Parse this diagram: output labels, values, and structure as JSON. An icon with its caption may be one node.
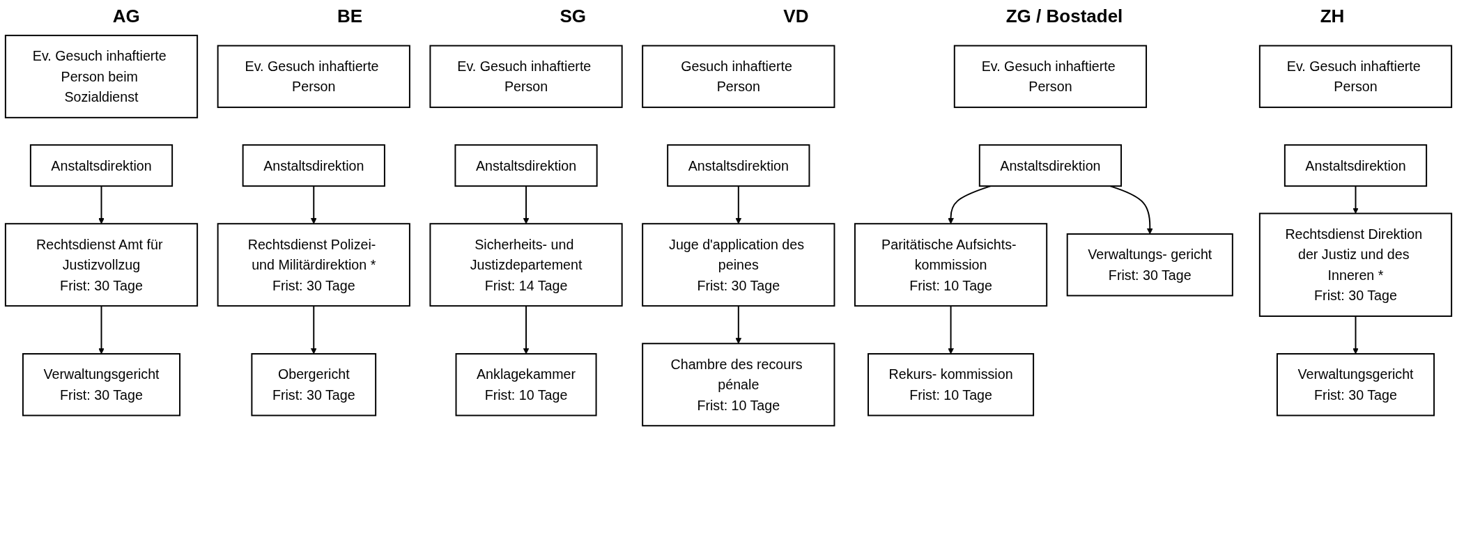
{
  "diagram": {
    "nodes": [
      {
        "text": [
          "Ev. Gesuch inhaftierte Person beim Sozialdienst"
        ]
      },
      {
        "text": [
          "Anstaltsdirektion"
        ]
      },
      {
        "text": [
          "Rechtsdienst Amt für Justizvollzug",
          "Frist: 30 Tage"
        ]
      },
      {
        "text": [
          "Verwaltungsgericht",
          "Frist: 30 Tage"
        ]
      },
      {
        "text": [
          "Ev. Gesuch inhaftierte Person"
        ]
      },
      {
        "text": [
          "Anstaltsdirektion"
        ]
      },
      {
        "text": [
          "Rechtsdienst Polizei- und Militärdirektion *",
          "Frist: 30 Tage"
        ]
      },
      {
        "text": [
          "Obergericht",
          "Frist: 30 Tage"
        ]
      },
      {
        "text": [
          "Ev. Gesuch inhaftierte Person"
        ]
      },
      {
        "text": [
          "Anstaltsdirektion"
        ]
      },
      {
        "text": [
          "Sicherheits- und Justizdepartement",
          "Frist: 14 Tage"
        ]
      },
      {
        "text": [
          "Anklagekammer",
          "Frist: 10 Tage"
        ]
      },
      {
        "text": [
          "Gesuch inhaftierte Person"
        ]
      },
      {
        "text": [
          "Anstaltsdirektion"
        ]
      },
      {
        "text": [
          "Juge d'application des peines",
          "Frist: 30 Tage"
        ]
      },
      {
        "text": [
          "Chambre des recours pénale",
          "Frist: 10 Tage"
        ]
      },
      {
        "text": [
          "Ev. Gesuch inhaftierte Person"
        ]
      },
      {
        "text": [
          "Anstaltsdirektion"
        ]
      },
      {
        "text": [
          "Paritätische Aufsichts- kommission",
          "Frist: 10 Tage"
        ]
      },
      {
        "text": [
          "Verwaltungs- gericht",
          "Frist: 30 Tage"
        ]
      },
      {
        "text": [
          "Rekurs- kommission",
          "Frist: 10 Tage"
        ]
      },
      {
        "text": [
          "Ev. Gesuch inhaftierte Person"
        ]
      },
      {
        "text": [
          "Anstaltsdirektion"
        ]
      },
      {
        "text": [
          "Rechtsdienst Direktion der Justiz und des Inneren *",
          "Frist: 30 Tage"
        ]
      },
      {
        "text": [
          "Verwaltungsgericht",
          "Frist: 30 Tage"
        ]
      }
    ],
    "edges": [
      {
        "from": 1,
        "to": 2,
        "arrow": "to"
      },
      {
        "from": 2,
        "to": 3,
        "arrow": "to"
      },
      {
        "from": 5,
        "to": 6,
        "arrow": "to"
      },
      {
        "from": 6,
        "to": 7,
        "arrow": "to"
      },
      {
        "from": 9,
        "to": 10,
        "arrow": "to"
      },
      {
        "from": 10,
        "to": 11,
        "arrow": "to"
      },
      {
        "from": 13,
        "to": 14,
        "arrow": "to"
      },
      {
        "from": 14,
        "to": 15,
        "arrow": "to"
      },
      {
        "from": 17,
        "to": 19,
        "arrow": "to"
      },
      {
        "from": 17,
        "to": 18,
        "arrow": "to"
      },
      {
        "from": 18,
        "to": 20,
        "arrow": "to"
      },
      {
        "from": 22,
        "to": 23,
        "arrow": "to"
      },
      {
        "from": 23,
        "to": 24,
        "arrow": "to"
      }
    ],
    "labels": [
      "AG",
      "BE",
      "SG",
      "VD",
      "ZG / Bostadel",
      "ZH"
    ]
  }
}
